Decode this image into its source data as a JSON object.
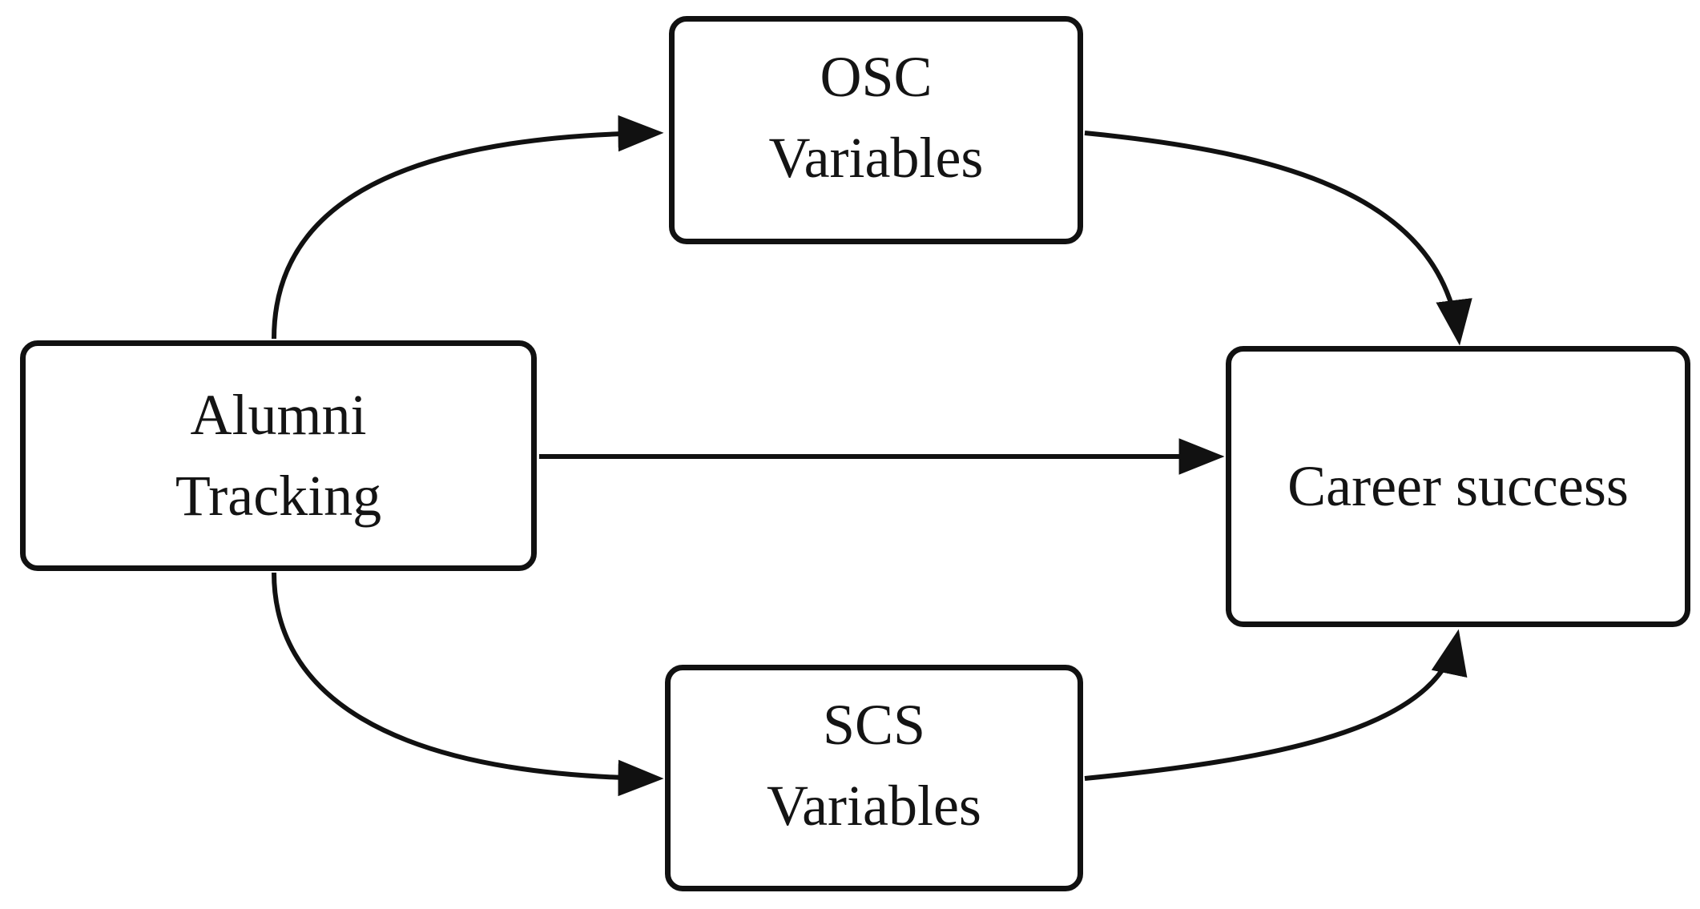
{
  "figure": {
    "background": "#ffffff",
    "line_color": "#111111",
    "nodes": {
      "alumni": {
        "line1": "Alumni",
        "line2": "Tracking"
      },
      "osc": {
        "line1": "OSC",
        "line2": "Variables"
      },
      "scs": {
        "line1": "SCS",
        "line2": "Variables"
      },
      "career": {
        "line1": "Career success"
      }
    },
    "edges": [
      {
        "from": "Alumni Tracking",
        "to": "OSC Variables"
      },
      {
        "from": "Alumni Tracking",
        "to": "Career success"
      },
      {
        "from": "Alumni Tracking",
        "to": "SCS Variables"
      },
      {
        "from": "OSC Variables",
        "to": "Career success"
      },
      {
        "from": "SCS Variables",
        "to": "Career success"
      }
    ]
  }
}
